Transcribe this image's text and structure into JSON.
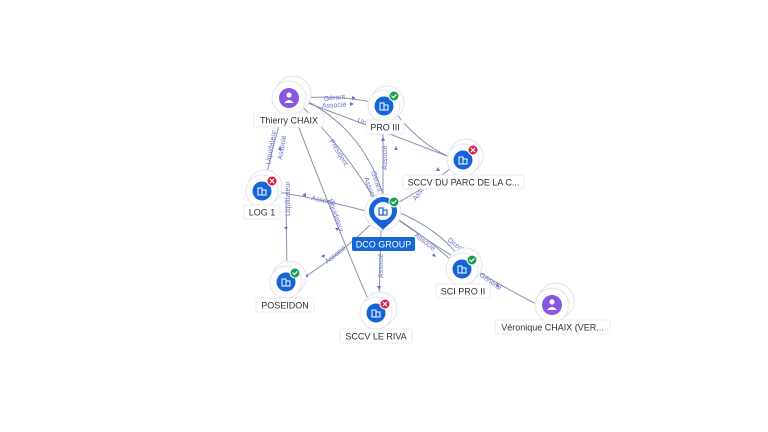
{
  "graph": {
    "center": {
      "label": "DCO GROUP",
      "status": "active"
    },
    "nodes": {
      "thierry": {
        "label": "Thierry CHAIX",
        "kind": "person"
      },
      "pro3": {
        "label": "PRO III",
        "kind": "company",
        "status": "active"
      },
      "sccv_parc": {
        "label": "SCCV DU PARC DE LA C...",
        "kind": "company",
        "status": "closed"
      },
      "log1": {
        "label": "LOG 1",
        "kind": "company",
        "status": "closed"
      },
      "poseidon": {
        "label": "POSEIDON",
        "kind": "company",
        "status": "active"
      },
      "sccv_riva": {
        "label": "SCCV LE RIVA",
        "kind": "company",
        "status": "closed"
      },
      "sci_pro2": {
        "label": "SCI PRO II",
        "kind": "company",
        "status": "active"
      },
      "veronique": {
        "label": "Véronique CHAIX (VER...",
        "kind": "person"
      }
    },
    "edge_labels": {
      "gerant": "Gérant",
      "associe": "Associé",
      "liquidateur": "Liquidateur",
      "president": "Président",
      "directeur": "Directeur",
      "general": "Général",
      "un": "Un"
    },
    "colors": {
      "company": "#1565d8",
      "person": "#8a55e0",
      "active_badge": "#1e9e55",
      "closed_badge": "#d81b42",
      "edge": "#8c93b0",
      "edge_label": "#6b73c9"
    },
    "icons": {
      "company": "building-icon",
      "person": "person-icon",
      "active": "check-icon",
      "closed": "close-icon"
    }
  }
}
